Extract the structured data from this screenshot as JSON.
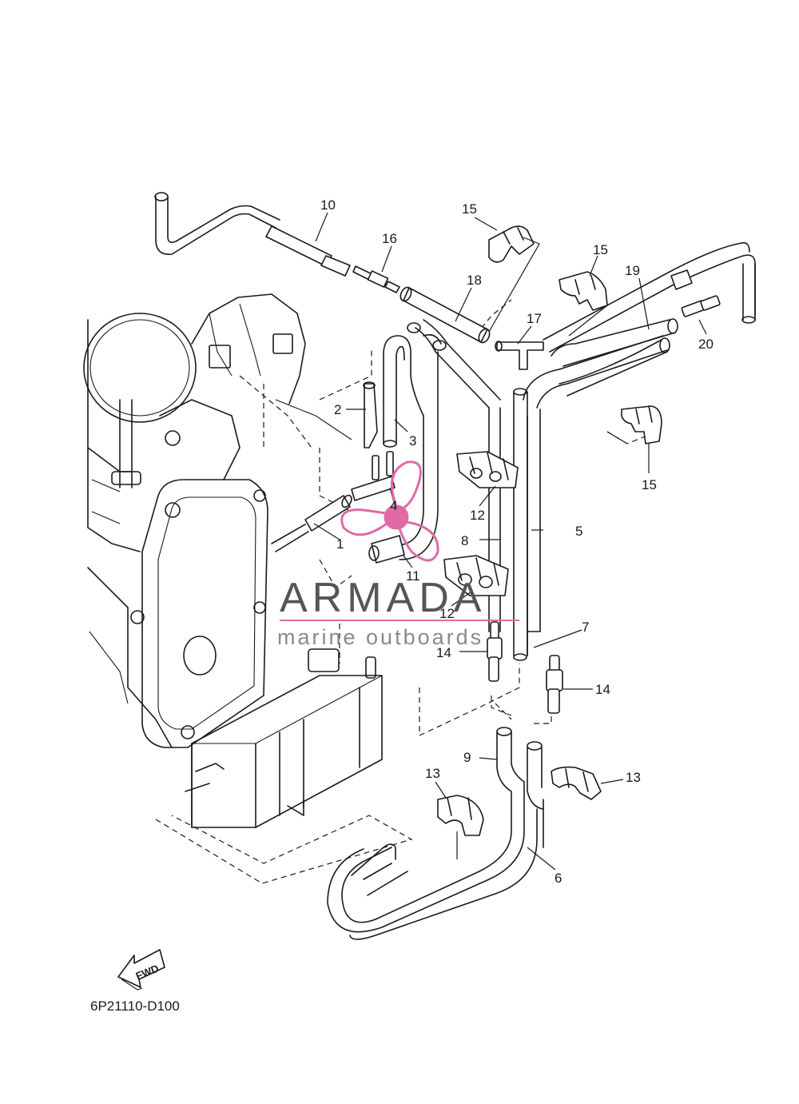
{
  "diagram_code": "6P21110-D100",
  "fwd_label": "FWD",
  "watermark": {
    "brand": "ARMADA",
    "tagline": "marine outboards",
    "accent_color": "#e06aa6",
    "icon": "propeller-icon"
  },
  "callouts": {
    "c1": "1",
    "c2": "2",
    "c3": "3",
    "c4": "4",
    "c5": "5",
    "c6": "6",
    "c7": "7",
    "c8": "8",
    "c9": "9",
    "c10": "10",
    "c11": "11",
    "c12a": "12",
    "c12b": "12",
    "c13a": "13",
    "c13b": "13",
    "c14a": "14",
    "c14b": "14",
    "c15a": "15",
    "c15b": "15",
    "c15c": "15",
    "c16": "16",
    "c17": "17",
    "c18": "18",
    "c19": "19",
    "c20": "20"
  }
}
